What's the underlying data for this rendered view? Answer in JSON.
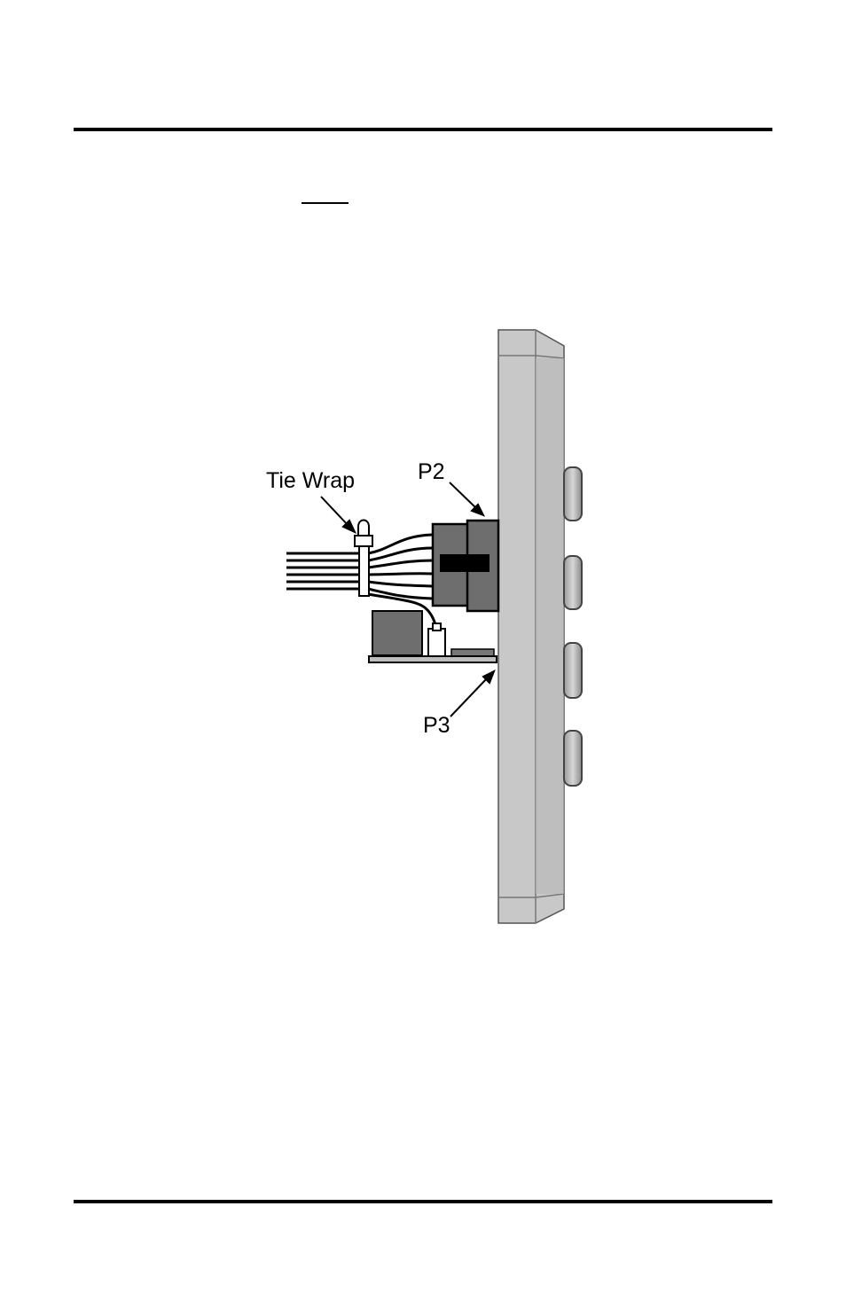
{
  "labels": {
    "tie_wrap": "Tie Wrap",
    "p2": "P2",
    "p3": "P3"
  },
  "colors": {
    "panel_face": "#c8c8c8",
    "panel_side": "#b4b4b4",
    "connector": "#6e6e6e",
    "board": "#bdbdbd",
    "wire": "#000000"
  }
}
